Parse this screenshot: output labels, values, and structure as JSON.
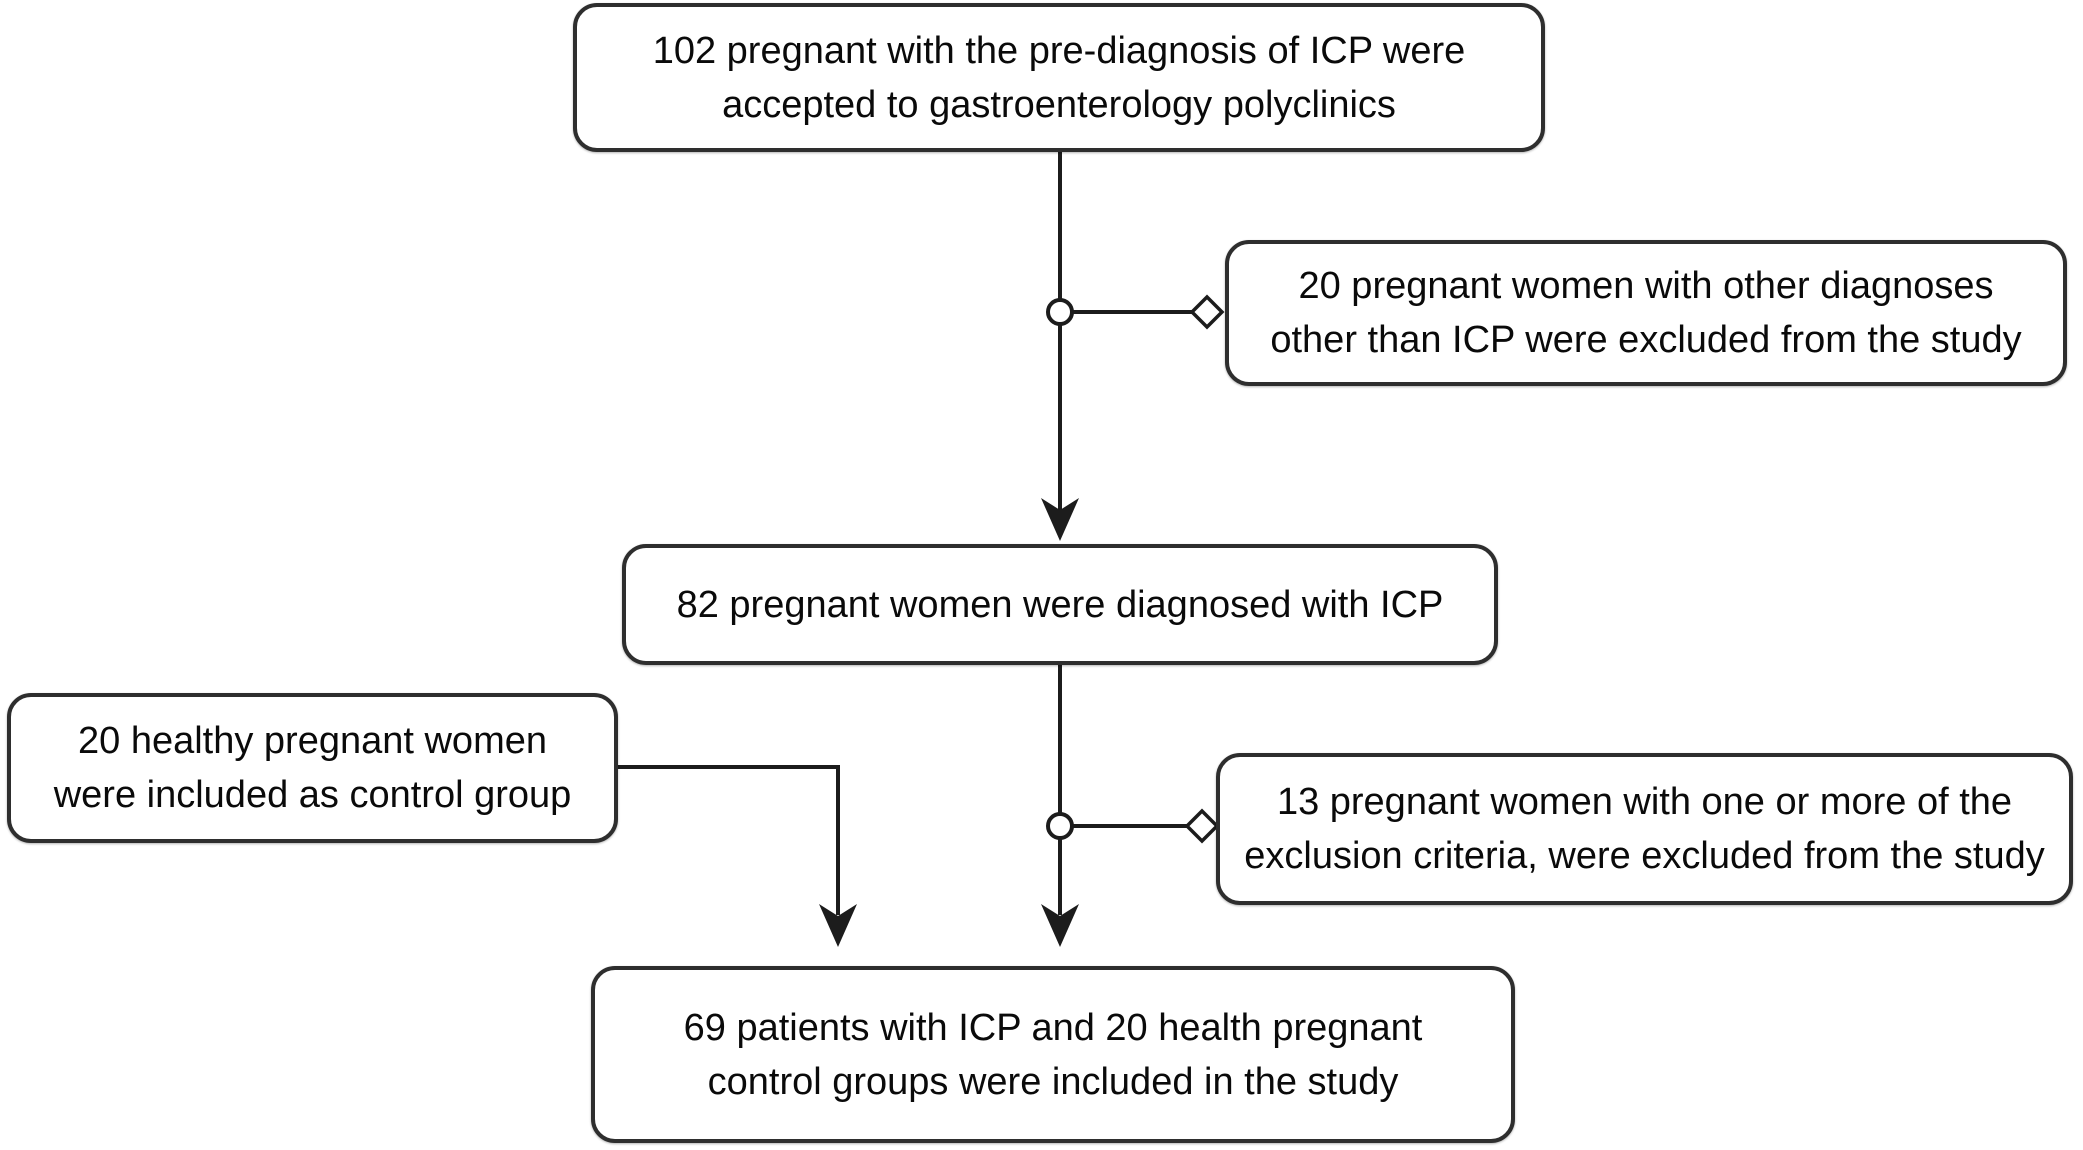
{
  "diagram": {
    "kind": "study-flowchart",
    "colors": {
      "background": "#ffffff",
      "border": "#2e2e2e",
      "line": "#1c1c1c",
      "text": "#0a0a0a"
    },
    "nodes": [
      {
        "id": "accepted",
        "lines": [
          "102 pregnant with the pre-diagnosis of ICP were",
          "accepted to gastroenterology polyclinics"
        ]
      },
      {
        "id": "excluded-other-diagnoses",
        "lines": [
          "20 pregnant women with other diagnoses",
          "other than ICP were excluded from the study"
        ]
      },
      {
        "id": "diagnosed",
        "lines": [
          "82 pregnant women were diagnosed with ICP"
        ]
      },
      {
        "id": "control-group",
        "lines": [
          "20 healthy pregnant women",
          "were included as control group"
        ]
      },
      {
        "id": "excluded-criteria",
        "lines": [
          "13 pregnant women with one or more of the",
          "exclusion criteria, were excluded from the study"
        ]
      },
      {
        "id": "included",
        "lines": [
          "69 patients with ICP and 20 health pregnant",
          "control groups were included in the study"
        ]
      }
    ],
    "edges": [
      {
        "from": "accepted",
        "to": "diagnosed",
        "type": "arrow"
      },
      {
        "from": "accepted-diagnosed-junction",
        "to": "excluded-other-diagnoses",
        "type": "circle-diamond-branch"
      },
      {
        "from": "diagnosed",
        "to": "included",
        "type": "arrow"
      },
      {
        "from": "diagnosed-included-junction",
        "to": "excluded-criteria",
        "type": "circle-diamond-branch"
      },
      {
        "from": "control-group",
        "to": "included",
        "type": "elbow-arrow"
      }
    ]
  }
}
